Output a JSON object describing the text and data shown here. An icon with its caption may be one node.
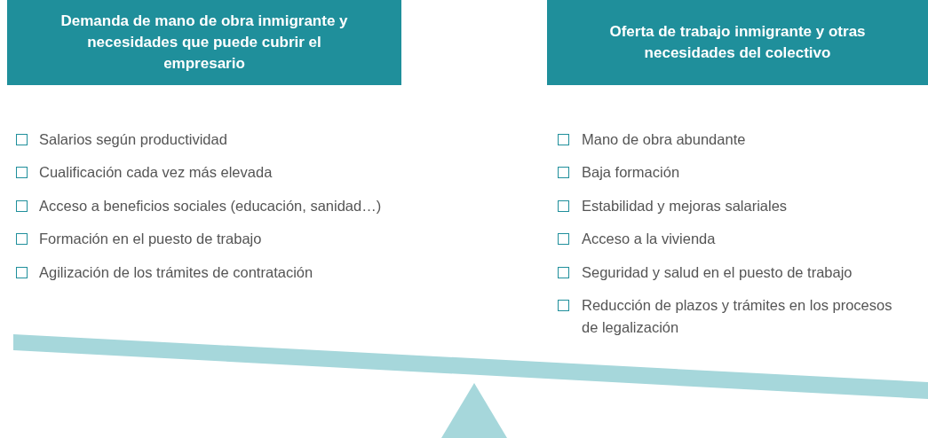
{
  "diagram": {
    "nodes": [
      {
        "text": [
          "Demanda de mano de obra inmigrante y necesidades que puede cubrir el empresario"
        ]
      },
      {
        "text": [
          "Oferta de trabajo inmigrante y otras necesidades del colectivo"
        ]
      }
    ],
    "labels": [
      "Salarios según productividad",
      "Cualificación cada vez más elevada",
      "Acceso a beneficios sociales (educación, sanidad…)",
      "Formación en el puesto de trabajo",
      "Agilización de los trámites de contratación",
      "Mano de obra abundante",
      "Baja formación",
      "Estabilidad y mejoras salariales",
      "Acceso a la vivienda",
      "Seguridad y salud en el puesto de trabajo",
      "Reducción de plazos y trámites en los procesos de legalización"
    ]
  }
}
